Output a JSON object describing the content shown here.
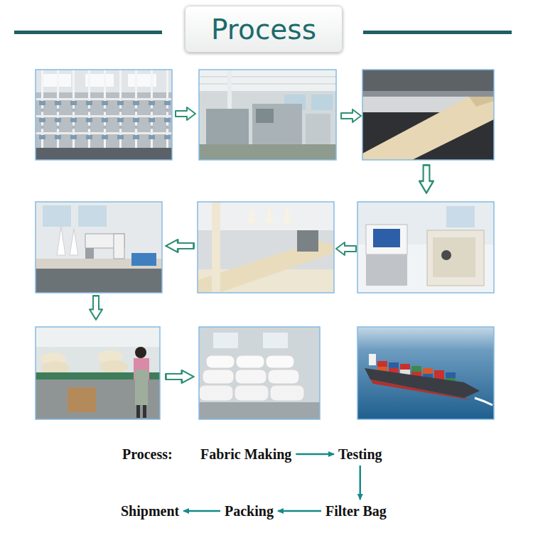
{
  "diagram": {
    "title": "Process",
    "nodes": [
      {
        "text": [
          "Fabric Making"
        ]
      },
      {
        "text": [
          "Testing"
        ]
      },
      {
        "text": [
          "Shipment"
        ]
      },
      {
        "text": [
          "Packing"
        ]
      },
      {
        "text": [
          "Filter Bag"
        ]
      }
    ],
    "edges": [
      {
        "from": 0,
        "to": 1,
        "arrow": "to"
      },
      {
        "from": 1,
        "to": 4,
        "arrow": "to"
      },
      {
        "from": 4,
        "to": 3,
        "arrow": "to"
      },
      {
        "from": 3,
        "to": 2,
        "arrow": "to"
      }
    ],
    "labels": [
      "Process:"
    ]
  }
}
